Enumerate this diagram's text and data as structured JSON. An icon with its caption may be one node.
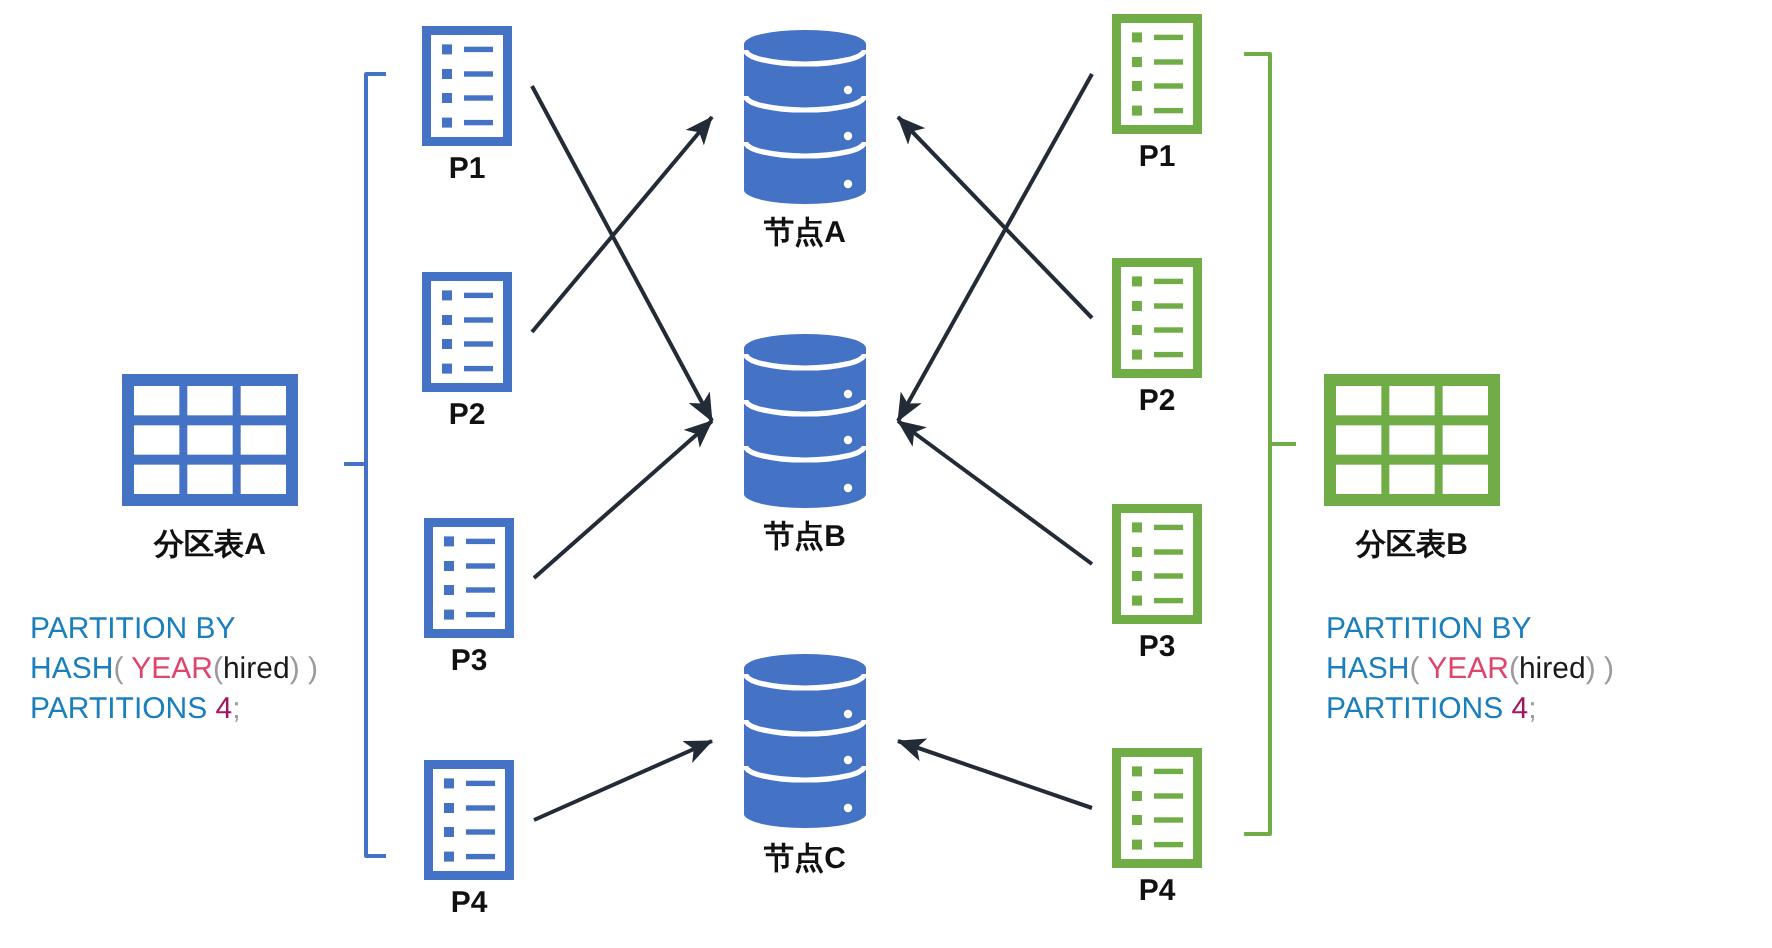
{
  "diagram": {
    "nodes": [
      {
        "text": [
          "分区表A"
        ],
        "beside": [
          "PARTITION BY HASH( YEAR(hired) ) PARTITIONS 4;"
        ]
      },
      {
        "text": [
          "P1"
        ]
      },
      {
        "text": [
          "P2"
        ]
      },
      {
        "text": [
          "P3"
        ]
      },
      {
        "text": [
          "P4"
        ]
      },
      {
        "text": [
          "节点A"
        ]
      },
      {
        "text": [
          "节点B"
        ]
      },
      {
        "text": [
          "节点C"
        ]
      },
      {
        "text": [
          "P1"
        ]
      },
      {
        "text": [
          "P2"
        ]
      },
      {
        "text": [
          "P3"
        ]
      },
      {
        "text": [
          "P4"
        ]
      },
      {
        "text": [
          "分区表B"
        ],
        "beside": [
          "PARTITION BY HASH( YEAR(hired) ) PARTITIONS 4;"
        ]
      }
    ],
    "edges": [
      {
        "from": 1,
        "to": 6,
        "arrow": "to"
      },
      {
        "from": 2,
        "to": 5,
        "arrow": "to"
      },
      {
        "from": 3,
        "to": 6,
        "arrow": "to"
      },
      {
        "from": 4,
        "to": 7,
        "arrow": "to"
      },
      {
        "from": 8,
        "to": 6,
        "arrow": "to"
      },
      {
        "from": 9,
        "to": 5,
        "arrow": "to"
      },
      {
        "from": 10,
        "to": 6,
        "arrow": "to"
      },
      {
        "from": 11,
        "to": 7,
        "arrow": "to"
      }
    ]
  }
}
